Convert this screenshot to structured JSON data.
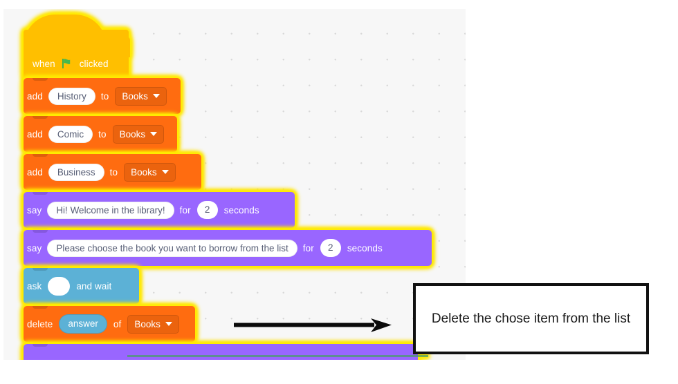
{
  "workspace": {
    "name": "scratch-code-canvas",
    "background": "#f7f7f7",
    "grid_dot_color": "#d9d9d9",
    "highlight_glow_color": "#ffee00"
  },
  "script": {
    "blocks": [
      {
        "id": "hat",
        "category": "events",
        "color": "#ffbf00",
        "text_before": "when",
        "icon": "green-flag-icon",
        "text_after": "clicked"
      },
      {
        "id": "add-history",
        "category": "variables-list",
        "color": "#ff6c10",
        "label_1": "add",
        "value": "History",
        "label_2": "to",
        "dropdown": "Books"
      },
      {
        "id": "add-comic",
        "category": "variables-list",
        "color": "#ff6c10",
        "label_1": "add",
        "value": "Comic",
        "label_2": "to",
        "dropdown": "Books"
      },
      {
        "id": "add-business",
        "category": "variables-list",
        "color": "#ff6c10",
        "label_1": "add",
        "value": "Business",
        "label_2": "to",
        "dropdown": "Books"
      },
      {
        "id": "say-welcome",
        "category": "looks",
        "color": "#9966ff",
        "label_1": "say",
        "value": "Hi! Welcome in the library!",
        "label_2": "for",
        "seconds": "2",
        "label_3": "seconds"
      },
      {
        "id": "say-choose",
        "category": "looks",
        "color": "#9966ff",
        "label_1": "say",
        "value": "Please choose the book you want to borrow from the list",
        "label_2": "for",
        "seconds": "2",
        "label_3": "seconds"
      },
      {
        "id": "ask-and-wait",
        "category": "sensing",
        "color": "#5cb1d6",
        "label_1": "ask",
        "value": "",
        "label_2": "and wait"
      },
      {
        "id": "delete-answer",
        "category": "variables-list",
        "color": "#ff6c10",
        "label_1": "delete",
        "reporter": "answer",
        "label_2": "of",
        "dropdown": "Books"
      },
      {
        "id": "next-block-partial",
        "category": "looks",
        "color": "#9966ff",
        "label_1": ""
      }
    ]
  },
  "annotation": {
    "arrow": "right-arrow",
    "callout_text": "Delete the chose item from the list",
    "callout_border_color": "#111111"
  }
}
